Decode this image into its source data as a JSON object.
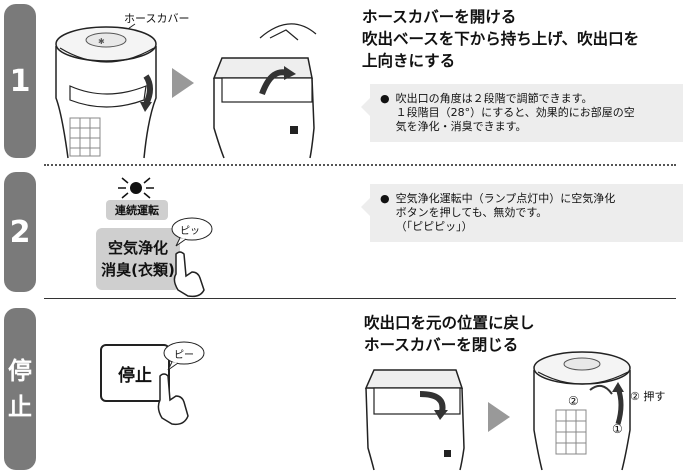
{
  "step1": {
    "tab": "1",
    "hose_label": "ホースカバー",
    "heading": [
      "ホースカバーを開ける",
      "吹出ベースを下から持ち上げ、吹出口を",
      "上向きにする"
    ],
    "note": [
      "吹出口の角度は２段階で調節できます。",
      "１段階目（28°）にすると、効果的にお部屋の空",
      "気を浄化・消臭できます。"
    ]
  },
  "step2": {
    "tab": "2",
    "lamp_label": "連続運転",
    "button_label": [
      "空気浄化",
      "消臭(衣類)"
    ],
    "beep": "ピッ",
    "note": [
      "空気浄化運転中（ランプ点灯中）に空気浄化",
      "ボタンを押しても、無効です。",
      "（「ピピピッ」）"
    ]
  },
  "step3": {
    "tab": [
      "停",
      "止"
    ],
    "button_label": "停止",
    "beep": "ピー",
    "heading": [
      "吹出口を元の位置に戻し",
      "ホースカバーを閉じる"
    ],
    "marker_1": "①",
    "marker_2": "②",
    "push_label": "② 押す"
  }
}
